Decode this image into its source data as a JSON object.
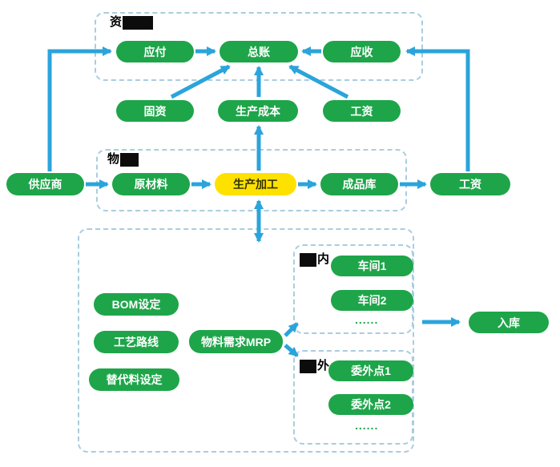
{
  "nodes": {
    "accounts_payable": "应付",
    "general_ledger": "总账",
    "accounts_receivable": "应收",
    "fixed_assets": "固资",
    "production_cost": "生产成本",
    "wages": "工资",
    "supplier": "供应商",
    "raw_materials": "原材料",
    "production": "生产加工",
    "finished_goods": "成品库",
    "wages_right": "工资",
    "bom_setup": "BOM设定",
    "process_route": "工艺路线",
    "substitute_setup": "替代料设定",
    "mrp": "物料需求MRP",
    "workshop_1": "车间1",
    "workshop_2": "车间2",
    "workshop_more": "......",
    "outsource_point_1": "委外点1",
    "outsource_point_2": "委外点2",
    "outsource_more": "......",
    "inbound": "入库"
  },
  "labels": {
    "funds_group_visible": "资",
    "logistics_group_visible": "物",
    "inhouse_group_visible": "内",
    "outsource_group_visible": "外"
  },
  "colors": {
    "node_green": "#1ea54a",
    "node_yellow": "#ffe100",
    "arrow_blue": "#2ba4db",
    "group_border": "#a9cde0",
    "redaction_black": "#0c0c0c"
  },
  "edges": [
    {
      "from": "supplier",
      "to": "accounts_payable"
    },
    {
      "from": "accounts_payable",
      "to": "general_ledger"
    },
    {
      "from": "accounts_receivable",
      "to": "general_ledger"
    },
    {
      "from": "fixed_assets",
      "to": "general_ledger"
    },
    {
      "from": "production_cost",
      "to": "general_ledger"
    },
    {
      "from": "wages",
      "to": "general_ledger"
    },
    {
      "from": "wages_right",
      "to": "accounts_receivable"
    },
    {
      "from": "supplier",
      "to": "raw_materials"
    },
    {
      "from": "raw_materials",
      "to": "production"
    },
    {
      "from": "production",
      "to": "finished_goods"
    },
    {
      "from": "finished_goods",
      "to": "wages_right"
    },
    {
      "from": "production",
      "to": "production_cost"
    },
    {
      "from": "production",
      "to": "mrp_group",
      "bidirectional": true
    },
    {
      "from": "mrp",
      "to": "inhouse_group"
    },
    {
      "from": "mrp",
      "to": "outsource_group"
    },
    {
      "from": "inhouse_group",
      "to": "inbound"
    }
  ]
}
